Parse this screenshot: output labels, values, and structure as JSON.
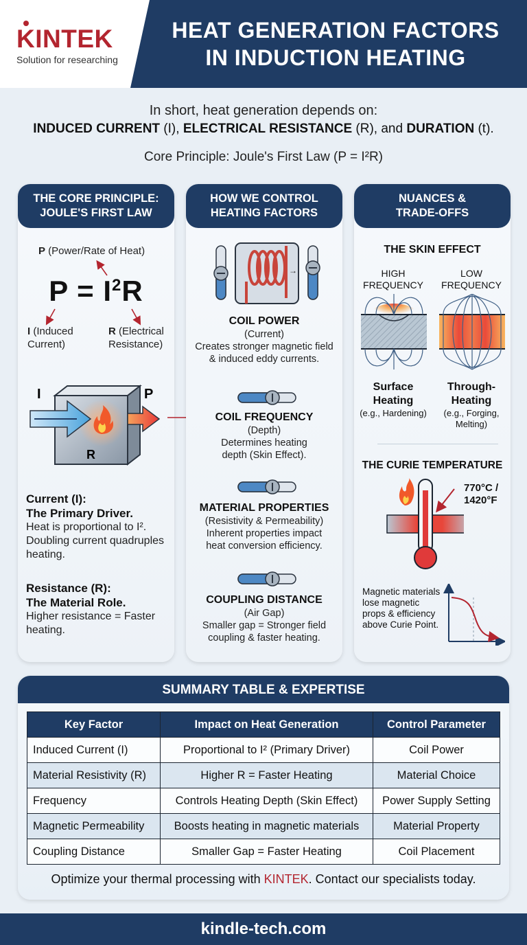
{
  "header": {
    "logo": {
      "word": "KINTEK",
      "tagline": "Solution for researching",
      "color": "#b3252f"
    },
    "title_line1": "HEAT GENERATION FACTORS",
    "title_line2": "IN INDUCTION HEATING",
    "band_color": "#1f3c64"
  },
  "intro": {
    "line1": "In short, heat generation depends on:",
    "line2": {
      "t1": "INDUCED CURRENT",
      "t2": " (I), ",
      "t3": "ELECTRICAL RESISTANCE",
      "t4": " (R), and ",
      "t5": "DURATION",
      "t6": " (t)."
    },
    "line3": "Core Principle: Joule's First Law (P = I²R)"
  },
  "card_core": {
    "title_l1": "THE CORE PRINCIPLE:",
    "title_l2": "JOULE'S FIRST LAW",
    "p_label_bold": "P",
    "p_label": " (Power/Rate of Heat)",
    "formula_a": "P = I",
    "formula_sup": "2",
    "formula_b": "R",
    "i_label_bold": "I",
    "i_label_l1": " (Induced",
    "i_label_l2": "Current)",
    "r_label_bold": "R",
    "r_label_l1": " (Electrical",
    "r_label_l2": "Resistance)",
    "diagram": {
      "in_label": "I",
      "out_label": "P",
      "block_label": "R"
    },
    "current": {
      "heading1": "Current (I):",
      "heading2": "The Primary Driver.",
      "text": "Heat is proportional to I². Doubling current quadruples heating."
    },
    "resistance": {
      "heading1": "Resistance (R):",
      "heading2": "The Material Role.",
      "text": "Higher resistance = Faster heating."
    }
  },
  "card_control": {
    "title_l1": "HOW WE CONTROL",
    "title_l2": "HEATING FACTORS",
    "items": [
      {
        "name": "COIL POWER",
        "sub": "(Current)",
        "text": "Creates stronger magnetic field & induced eddy currents."
      },
      {
        "name": "COIL FREQUENCY",
        "sub": "(Depth)",
        "text": "Determines heating depth (Skin Effect)."
      },
      {
        "name": "MATERIAL PROPERTIES",
        "sub": "(Resistivity & Permeability)",
        "text": "Inherent properties impact heat conversion efficiency."
      },
      {
        "name": "COUPLING DISTANCE",
        "sub": "(Air Gap)",
        "text": "Smaller gap = Stronger field coupling & faster heating."
      }
    ]
  },
  "card_nuances": {
    "title_l1": "NUANCES &",
    "title_l2": "TRADE-OFFS",
    "skin": {
      "heading": "THE SKIN EFFECT",
      "high_l1": "HIGH",
      "high_l2": "FREQUENCY",
      "low_l1": "LOW",
      "low_l2": "FREQUENCY",
      "high_result_l1": "Surface",
      "high_result_l2": "Heating",
      "high_example": "(e.g., Hardening)",
      "low_result_l1": "Through-",
      "low_result_l2": "Heating",
      "low_example_l1": "(e.g., Forging,",
      "low_example_l2": "Melting)"
    },
    "curie": {
      "heading": "THE CURIE TEMPERATURE",
      "temp_l1": "770°C /",
      "temp_l2": "1420°F",
      "text": "Magnetic materials lose magnetic props & efficiency above Curie Point."
    }
  },
  "summary": {
    "title": "SUMMARY TABLE & EXPERTISE",
    "columns": [
      "Key Factor",
      "Impact on Heat Generation",
      "Control Parameter"
    ],
    "rows": [
      [
        "Induced Current (I)",
        "Proportional to I² (Primary Driver)",
        "Coil Power"
      ],
      [
        "Material Resistivity (R)",
        "Higher R = Faster Heating",
        "Material Choice"
      ],
      [
        "Frequency",
        "Controls Heating Depth (Skin Effect)",
        "Power Supply Setting"
      ],
      [
        "Magnetic Permeability",
        "Boosts heating in magnetic materials",
        "Material Property"
      ],
      [
        "Coupling Distance",
        "Smaller Gap = Faster Heating",
        "Coil Placement"
      ]
    ],
    "cta_pre": "Optimize your thermal processing with ",
    "cta_brand": "KINTEK",
    "cta_post": ". Contact our specialists today."
  },
  "footer": {
    "url": "kindle-tech.com"
  }
}
